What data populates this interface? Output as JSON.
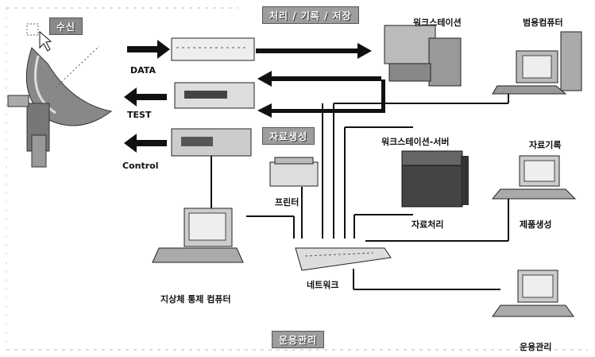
{
  "tags": {
    "receive": "수신",
    "process": "처리 / 기록 / 저장",
    "generate": "자료생성",
    "ops": "운용관리"
  },
  "signals": {
    "data": "DATA",
    "test": "TEST",
    "control": "Control"
  },
  "labels": {
    "workstation": "워크스테이션",
    "general_pc": "범용컴퓨터",
    "ws_server": "워크스테이션-서버",
    "data_record": "자료기록",
    "printer": "프린터",
    "data_processing": "자료처리",
    "product_generation": "제품생성",
    "network": "네트워크",
    "ground_station_pc": "지상체 통제 컴퓨터",
    "ops_management": "운용관리"
  }
}
